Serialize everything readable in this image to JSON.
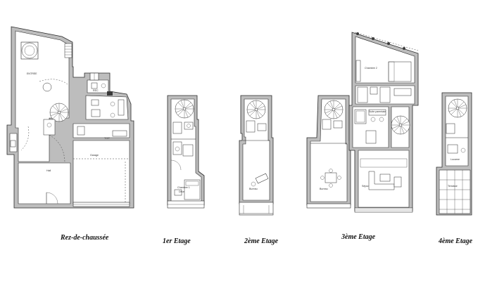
{
  "floors": [
    {
      "id": "rdc",
      "label": "Rez-de-chaussée",
      "rooms": [
        "ENTREE",
        "Hall",
        "Garage",
        "TOIT",
        "REC"
      ]
    },
    {
      "id": "e1",
      "label": "1er Etage",
      "rooms": [
        "Chambre 1",
        "Dbur"
      ]
    },
    {
      "id": "e2",
      "label": "2ème Etage",
      "rooms": [
        "Bureau"
      ]
    },
    {
      "id": "e3",
      "label": "3ème Etage",
      "rooms": [
        "Chambre 2",
        "Suite parentale",
        "Bureau",
        "Séjour"
      ]
    },
    {
      "id": "e4",
      "label": "4ème Etage",
      "rooms": [
        "Lucarne",
        "Terrasse"
      ]
    }
  ]
}
